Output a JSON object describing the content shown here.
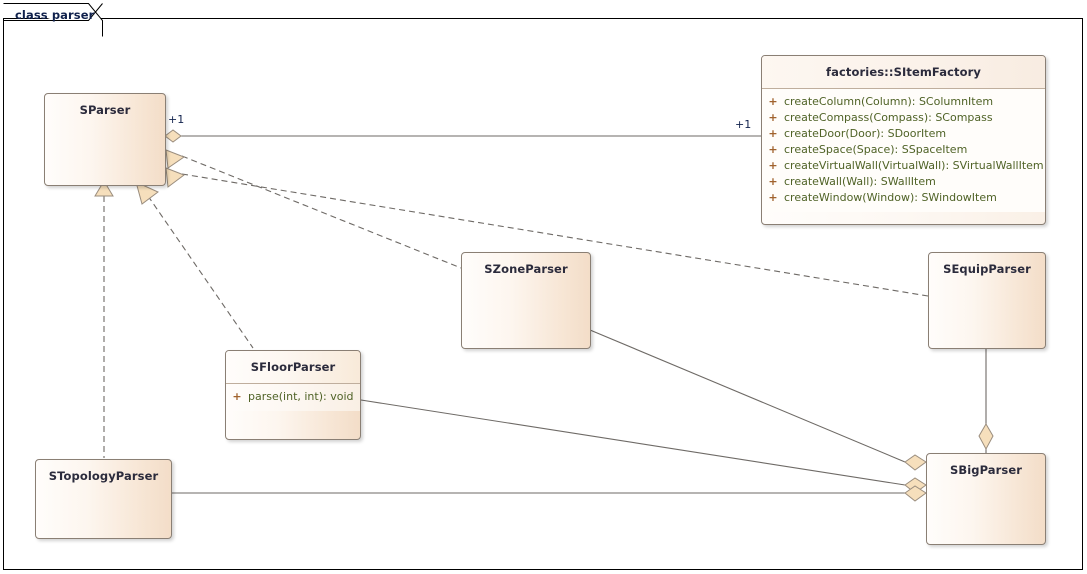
{
  "diagram": {
    "frame_label": "class parser",
    "kind": "uml-class-diagram"
  },
  "colors": {
    "class_border": "#8a7f74",
    "class_fill_light": "#fffdfb",
    "class_fill_dark": "#f3ddc8",
    "title_text": "#2b2b3c",
    "member_text": "#4f6226",
    "visibility_text": "#a0622d",
    "connector": "#6e6a66",
    "diamond_fill": "#f6dfbc",
    "frame_border": "#000000",
    "frame_label_text": "#11224d"
  },
  "classes": [
    {
      "id": "sparser",
      "name": "SParser",
      "members": []
    },
    {
      "id": "sitemfactory",
      "name": "factories::SItemFactory",
      "members": [
        {
          "visibility": "+",
          "signature": "createColumn(Column): SColumnItem"
        },
        {
          "visibility": "+",
          "signature": "createCompass(Compass): SCompass"
        },
        {
          "visibility": "+",
          "signature": "createDoor(Door): SDoorItem"
        },
        {
          "visibility": "+",
          "signature": "createSpace(Space): SSpaceItem"
        },
        {
          "visibility": "+",
          "signature": "createVirtualWall(VirtualWall): SVirtualWallItem"
        },
        {
          "visibility": "+",
          "signature": "createWall(Wall): SWallItem"
        },
        {
          "visibility": "+",
          "signature": "createWindow(Window): SWindowItem"
        }
      ]
    },
    {
      "id": "szoneparser",
      "name": "SZoneParser",
      "members": []
    },
    {
      "id": "sequipparser",
      "name": "SEquipParser",
      "members": []
    },
    {
      "id": "sfloorparser",
      "name": "SFloorParser",
      "members": [
        {
          "visibility": "+",
          "signature": "parse(int, int): void"
        }
      ]
    },
    {
      "id": "stopologyparser",
      "name": "STopologyParser",
      "members": []
    },
    {
      "id": "sbigparser",
      "name": "SBigParser",
      "members": []
    }
  ],
  "multiplicities": {
    "source_end": "+1",
    "target_end": "+1"
  },
  "relationships": [
    {
      "id": "rel-sparser-sitemfactory",
      "kind": "aggregation",
      "from": "SParser",
      "to": "factories::SItemFactory",
      "from_multiplicity": "+1",
      "to_multiplicity": "+1"
    },
    {
      "id": "rel-szoneparser-sparser",
      "kind": "realization",
      "from": "SZoneParser",
      "to": "SParser"
    },
    {
      "id": "rel-sequipparser-sparser",
      "kind": "realization",
      "from": "SEquipParser",
      "to": "SParser"
    },
    {
      "id": "rel-sfloorparser-sparser",
      "kind": "realization",
      "from": "SFloorParser",
      "to": "SParser"
    },
    {
      "id": "rel-stopologyparser-sparser",
      "kind": "realization",
      "from": "STopologyParser",
      "to": "SParser"
    },
    {
      "id": "rel-sbigparser-szoneparser",
      "kind": "aggregation",
      "from": "SBigParser",
      "to": "SZoneParser"
    },
    {
      "id": "rel-sbigparser-sfloorparser",
      "kind": "aggregation",
      "from": "SBigParser",
      "to": "SFloorParser"
    },
    {
      "id": "rel-sbigparser-stopologyparser",
      "kind": "aggregation",
      "from": "SBigParser",
      "to": "STopologyParser"
    },
    {
      "id": "rel-sbigparser-sequipparser",
      "kind": "aggregation",
      "from": "SBigParser",
      "to": "SEquipParser"
    }
  ]
}
